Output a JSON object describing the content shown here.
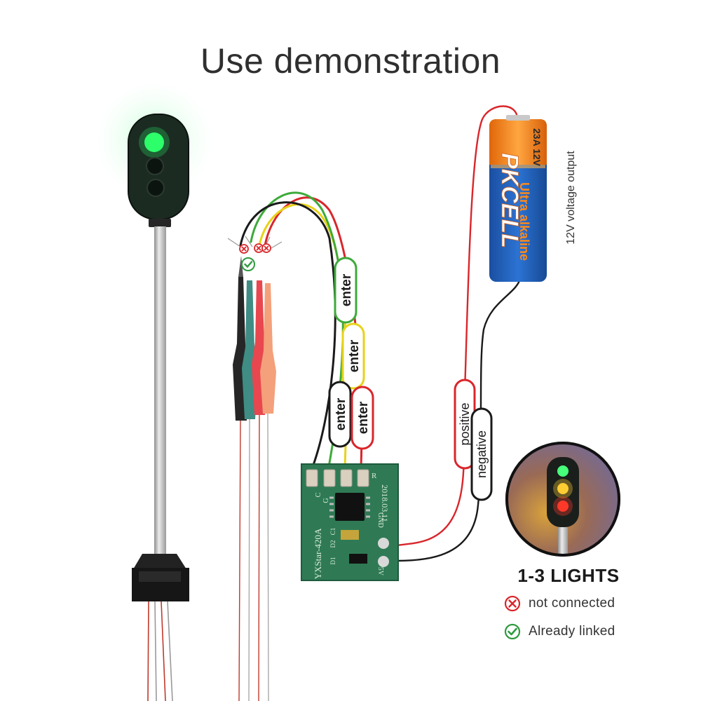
{
  "title": "Use demonstration",
  "battery": {
    "brand": "PKCELL",
    "type": "Ultra alkaline",
    "model": "23A 12V",
    "voltage_note": "12V voltage output"
  },
  "wire_labels": {
    "enter_green": "enter",
    "enter_yellow": "enter",
    "enter_black": "enter",
    "enter_red": "enter",
    "positive": "positive",
    "negative": "negative"
  },
  "board": {
    "model": "YXStar-420A",
    "date": "2018.03.11",
    "pin_r": "R",
    "pin_g": "G",
    "pin_c": "C",
    "gnd": "GND",
    "v5": "+5V",
    "d1": "D1",
    "d2": "D2",
    "c1": "C1"
  },
  "inset": {
    "heading": "1-3 LIGHTS"
  },
  "legend": {
    "not_connected": "not connected",
    "already_linked": "Already linked"
  },
  "colors": {
    "wire_red": "#d9262b",
    "wire_black": "#1a1a1a",
    "wire_green": "#3daa3a",
    "wire_yellow": "#e8d21a",
    "pcb_green": "#2f7a55",
    "battery_orange": "#f0780f",
    "battery_blue": "#1f5fb8",
    "signal_green": "#2cff6a",
    "cross_red": "#d9262b",
    "check_green": "#2e9a3e"
  }
}
